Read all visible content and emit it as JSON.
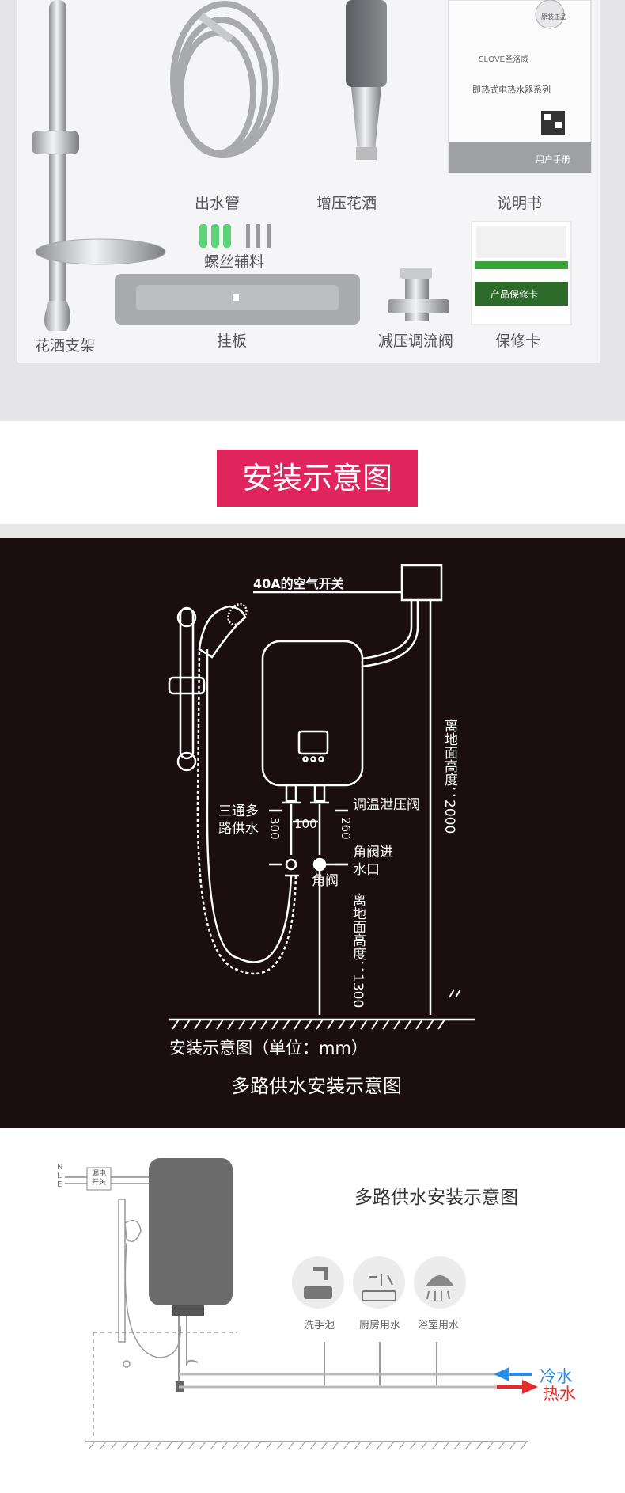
{
  "parts": {
    "labels": {
      "hose": "出水管",
      "shower_head": "增压花洒",
      "manual": "说明书",
      "screws": "螺丝辅料",
      "rail": "花洒支架",
      "bracket": "挂板",
      "valve": "减压调流阀",
      "warranty": "保修卡"
    },
    "manual_cover": {
      "brand": "SLOVE圣洛威",
      "series": "即热式电热水器系列",
      "footer": "用户手册",
      "badge": "原装正品"
    },
    "warranty_card": {
      "title": "产品保修卡"
    }
  },
  "section_title": "安装示意图",
  "install_diagram": {
    "switch_label": "40A的空气开关",
    "height_wall": "离地面高度：2000",
    "height_inlet": "离地面高度：1300",
    "tee_label": "三通多路供水",
    "temp_valve": "调温泄压阀",
    "angle_valve_inlet": "角阀进水口",
    "angle_valve": "角阀",
    "dim_300": "300",
    "dim_100": "100",
    "dim_260": "260",
    "unit_caption": "安装示意图（单位：mm）",
    "caption": "多路供水安装示意图"
  },
  "multi_route": {
    "title": "多路供水安装示意图",
    "leakage_switch": "漏电开关",
    "wire_labels": [
      "N",
      "L",
      "E"
    ],
    "fixtures": [
      {
        "label": "洗手池",
        "icon": "basin-icon"
      },
      {
        "label": "厨房用水",
        "icon": "kitchen-icon"
      },
      {
        "label": "浴室用水",
        "icon": "shower-icon"
      }
    ],
    "cold_water": "冷水",
    "hot_water": "热水",
    "colors": {
      "cold": "#2a8be6",
      "hot": "#e62a2a"
    }
  }
}
